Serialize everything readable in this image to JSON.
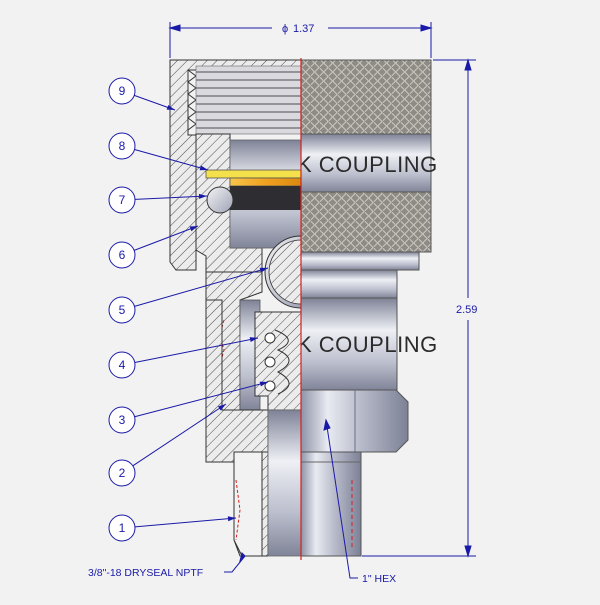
{
  "dimensions": {
    "diameter_symbol": "ϕ",
    "diameter_value": "1.37",
    "length_value": "2.59"
  },
  "balloons": [
    "9",
    "8",
    "7",
    "6",
    "5",
    "4",
    "3",
    "2",
    "1"
  ],
  "callouts": {
    "thread_note": "3/8\"-18 DRYSEAL NPTF",
    "hex_note": "1\" HEX"
  },
  "body_text": {
    "upper": "K COUPLING",
    "lower": "K COUPLING"
  },
  "colors": {
    "dimension": "#1a1aa8",
    "section_line": "#d42020",
    "seal_orange": "#f0a020",
    "seal_yellow": "#f4e04a",
    "knurl": "#8e8b85"
  }
}
